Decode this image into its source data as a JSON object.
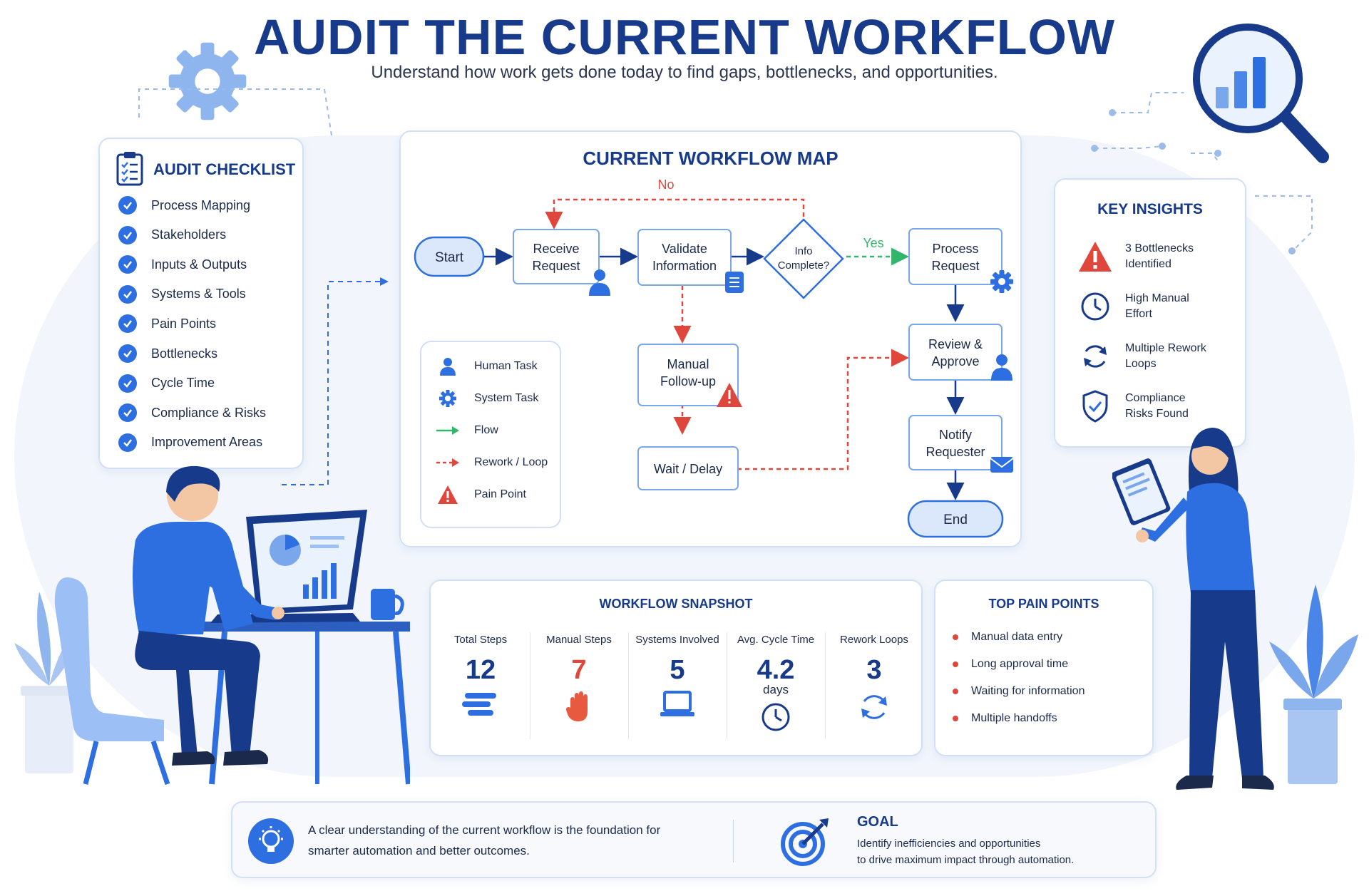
{
  "header": {
    "title": "AUDIT THE CURRENT WORKFLOW",
    "subtitle": "Understand how work gets done today to find gaps, bottlenecks, and opportunities."
  },
  "checklist": {
    "title": "AUDIT CHECKLIST",
    "items": [
      "Process Mapping",
      "Stakeholders",
      "Inputs & Outputs",
      "Systems & Tools",
      "Pain Points",
      "Bottlenecks",
      "Cycle Time",
      "Compliance & Risks",
      "Improvement Areas"
    ]
  },
  "workflow_map": {
    "title": "CURRENT WORKFLOW MAP",
    "nodes": {
      "start": "Start",
      "receive": [
        "Receive",
        "Request"
      ],
      "validate": [
        "Validate",
        "Information"
      ],
      "decision": [
        "Info",
        "Complete?"
      ],
      "process": [
        "Process",
        "Request"
      ],
      "review": [
        "Review &",
        "Approve"
      ],
      "notify": [
        "Notify",
        "Requester"
      ],
      "end": "End",
      "followup": [
        "Manual",
        "Follow-up"
      ],
      "wait": "Wait / Delay"
    },
    "edge_labels": {
      "no": "No",
      "yes": "Yes"
    },
    "legend": [
      {
        "icon": "person-icon",
        "label": "Human Task"
      },
      {
        "icon": "gear-icon",
        "label": "System Task"
      },
      {
        "icon": "green-arrow-icon",
        "label": "Flow"
      },
      {
        "icon": "red-dashed-arrow-icon",
        "label": "Rework / Loop"
      },
      {
        "icon": "warning-icon",
        "label": "Pain Point"
      }
    ]
  },
  "insights": {
    "title": "KEY INSIGHTS",
    "items": [
      {
        "icon": "warning-icon",
        "line1": "3 Bottlenecks",
        "line2": "Identified"
      },
      {
        "icon": "clock-icon",
        "line1": "High Manual",
        "line2": "Effort"
      },
      {
        "icon": "refresh-icon",
        "line1": "Multiple Rework",
        "line2": "Loops"
      },
      {
        "icon": "shield-icon",
        "line1": "Compliance",
        "line2": "Risks Found"
      }
    ]
  },
  "snapshot": {
    "title": "WORKFLOW SNAPSHOT",
    "metrics": [
      {
        "label": "Total Steps",
        "value": "12",
        "unit": "",
        "icon": "steps-icon"
      },
      {
        "label": "Manual Steps",
        "value": "7",
        "unit": "",
        "icon": "hand-icon"
      },
      {
        "label": "Systems Involved",
        "value": "5",
        "unit": "",
        "icon": "laptop-icon"
      },
      {
        "label": "Avg. Cycle Time",
        "value": "4.2",
        "unit": "days",
        "icon": "clock-icon"
      },
      {
        "label": "Rework Loops",
        "value": "3",
        "unit": "",
        "icon": "cycle-icon"
      }
    ]
  },
  "pain_points": {
    "title": "TOP PAIN POINTS",
    "items": [
      "Manual data entry",
      "Long approval time",
      "Waiting for information",
      "Multiple handoffs"
    ]
  },
  "footer": {
    "line1": "A clear understanding of the current workflow is the foundation for",
    "line2": "smarter automation and better outcomes.",
    "goal_title": "GOAL",
    "goal_line1": "Identify inefficiencies and opportunities",
    "goal_line2": "to drive maximum impact through automation."
  },
  "colors": {
    "primary": "#173a8a",
    "accent": "#2d6fe0",
    "light": "#e8f0fc",
    "rework": "#e0473c",
    "flow": "#33b56b"
  }
}
